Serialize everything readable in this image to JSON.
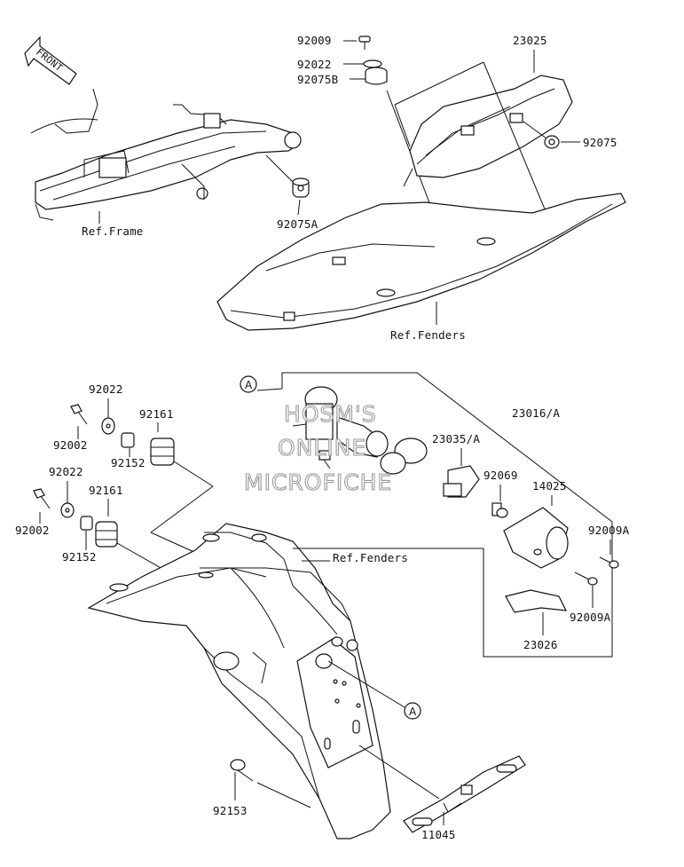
{
  "callouts": {
    "front_arrow": "FRONT",
    "ref_frame": "Ref.Frame",
    "ref_fenders_top": "Ref.Fenders",
    "ref_fenders_mid": "Ref.Fenders",
    "circle_a_top": "A",
    "circle_a_bottom": "A"
  },
  "parts": {
    "p92009": "92009",
    "p92022_top": "92022",
    "p92075B": "92075B",
    "p23025": "23025",
    "p92075": "92075",
    "p92075A": "92075A",
    "p92022_a": "92022",
    "p92002_a": "92002",
    "p92161_a": "92161",
    "p92152_a": "92152",
    "p92022_b": "92022",
    "p92161_b": "92161",
    "p92002_b": "92002",
    "p92152_b": "92152",
    "p23016A": "23016/A",
    "p23035A": "23035/A",
    "p92069": "92069",
    "p14025": "14025",
    "p92009A_a": "92009A",
    "p92009A_b": "92009A",
    "p23026": "23026",
    "p92153": "92153",
    "p11045": "11045"
  },
  "watermark": {
    "line1": "HOSM'S",
    "line2": "ONLINE",
    "line3": "MICROFICHE"
  }
}
